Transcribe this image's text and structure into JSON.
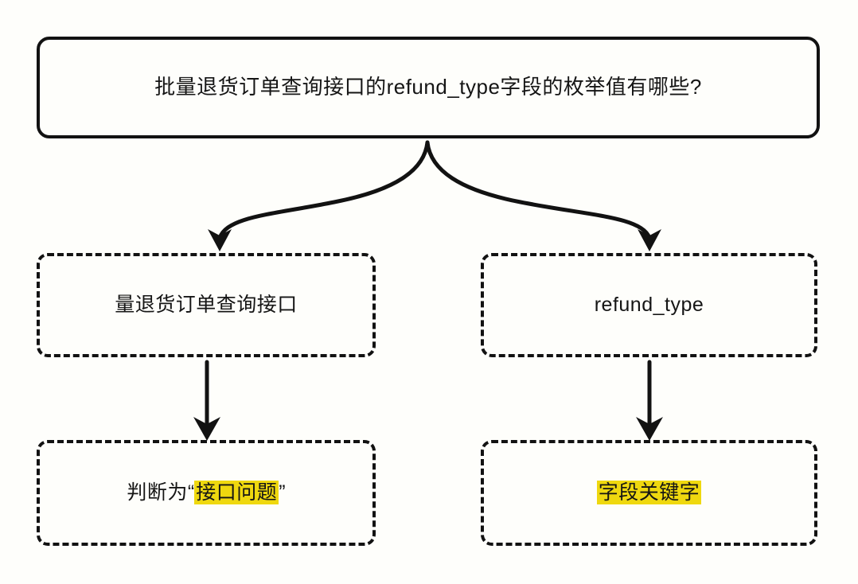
{
  "diagram": {
    "type": "flowchart",
    "orientation": "top-down",
    "background_color": "#fefefb",
    "line_color": "#121212",
    "highlight_color": "#efd80f",
    "nodes": {
      "question": {
        "id": "question",
        "label": "批量退货订单查询接口的refund_type字段的枚举值有哪些?",
        "border_style": "solid",
        "role": "user-question"
      },
      "api": {
        "id": "api",
        "label": "量退货订单查询接口",
        "border_style": "dashed",
        "role": "extracted-entity"
      },
      "field": {
        "id": "field",
        "label": "refund_type",
        "border_style": "dashed",
        "role": "extracted-entity"
      },
      "verdict": {
        "prefix": "判断为",
        "open_quote": "“",
        "highlight": "接口问题",
        "close_quote": "”",
        "border_style": "dashed",
        "role": "classification-result"
      },
      "keyword": {
        "highlight": "字段关键字",
        "border_style": "dashed",
        "role": "classification-result"
      }
    },
    "edges": [
      {
        "from": "question",
        "to": "api",
        "style": "curved-fork",
        "arrowhead": true
      },
      {
        "from": "question",
        "to": "field",
        "style": "curved-fork",
        "arrowhead": true
      },
      {
        "from": "api",
        "to": "verdict",
        "style": "straight",
        "arrowhead": true
      },
      {
        "from": "field",
        "to": "keyword",
        "style": "straight",
        "arrowhead": true
      }
    ]
  }
}
